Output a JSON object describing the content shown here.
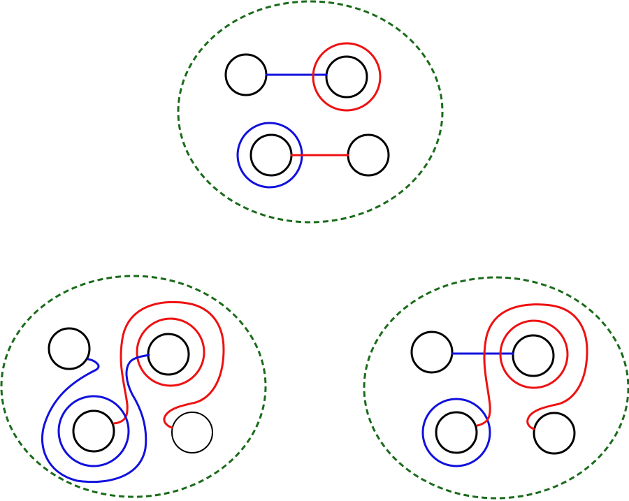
{
  "colors": {
    "boundary": "#1a6b1a",
    "hole": "#000000",
    "red_curve": "#ee1111",
    "blue_curve": "#1111dd",
    "background": "#ffffff"
  },
  "panels": [
    {
      "id": "top",
      "description_visible_text": ""
    },
    {
      "id": "bottom-left",
      "description_visible_text": ""
    },
    {
      "id": "bottom-right",
      "description_visible_text": ""
    }
  ]
}
